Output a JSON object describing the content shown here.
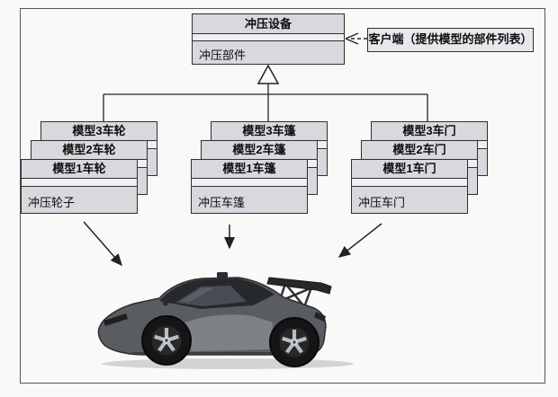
{
  "root_class": {
    "title": "冲压设备",
    "operation": "冲压部件"
  },
  "note": {
    "text": "客户端（提供模型的部件列表）"
  },
  "stacks": [
    {
      "back": "模型3车轮",
      "middle": "模型2车轮",
      "front": "模型1车轮",
      "operation": "冲压轮子"
    },
    {
      "back": "模型3车篷",
      "middle": "模型2车篷",
      "front": "模型1车篷",
      "operation": "冲压车篷"
    },
    {
      "back": "模型3车门",
      "middle": "模型2车门",
      "front": "模型1车门",
      "operation": "冲压车门"
    }
  ],
  "illustration": {
    "icon": "sports-car-illustration"
  },
  "colors": {
    "box_fill": "#d7d9dd",
    "attr_fill": "#efeff2",
    "note_fill": "#e7e8eb",
    "box_border": "#2e2f31",
    "frame_border": "#55565a",
    "line": "#222222",
    "paper": "#faf9f7",
    "car_body": "#595c60"
  }
}
